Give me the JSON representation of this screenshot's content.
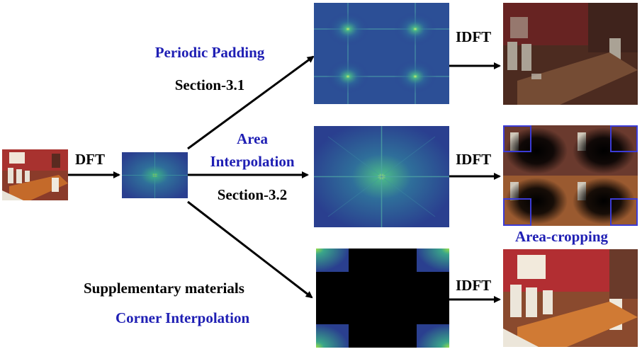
{
  "labels": {
    "dft": "DFT",
    "idft": "IDFT",
    "periodic_padding": "Periodic Padding",
    "section_31": "Section-3.1",
    "area": "Area",
    "interpolation": "Interpolation",
    "section_32": "Section-3.2",
    "supplementary": "Supplementary materials",
    "corner_interpolation": "Corner Interpolation",
    "area_cropping": "Area-cropping"
  },
  "colors": {
    "label_blue": "#1f1fb4",
    "label_black": "#000000",
    "spectrum_dark": "#2a3f8f",
    "spectrum_mid": "#2f6f9a",
    "spectrum_peak": "#9be04a",
    "crop_box": "#3b3bd6",
    "mask_black": "#000000"
  },
  "icons": {
    "input_photo": "room-photo",
    "spectrum": "fft-spectrum-image",
    "output_photo": "room-photo",
    "arrow": "arrow-right-icon"
  }
}
